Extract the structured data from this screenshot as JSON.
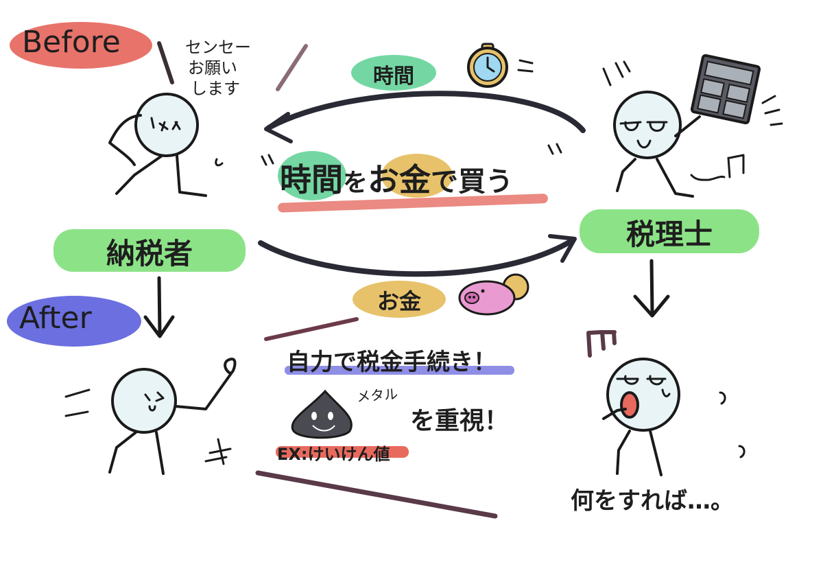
{
  "labels": {
    "before": "Before",
    "after": "After",
    "taxpayer": "納税者",
    "tax_accountant": "税理士",
    "time": "時間",
    "money": "お金",
    "request_line1": "センセー",
    "request_line2": "お願い",
    "request_line3": "します",
    "motto_time": "時間",
    "motto_wo": "を",
    "motto_money": "お金",
    "motto_rest": "で買う",
    "self_procedure": "自力で税金手続き！",
    "metal_note": "メタル",
    "emphasis": "を重視！",
    "example": "EX:けいけん値",
    "what_to_do": "何をすれば…。"
  },
  "colors": {
    "before_pill": "#e8736a",
    "after_pill": "#6b6fe0",
    "green_pill": "#7fe07a",
    "time_pill": "#74d7a3",
    "money_pill": "#e7c26a",
    "underline_red": "#ea8a82",
    "underline_blue": "#8f8ee6",
    "stroke": "#1a1a1a",
    "arrow_gray": "#3a3a48"
  }
}
